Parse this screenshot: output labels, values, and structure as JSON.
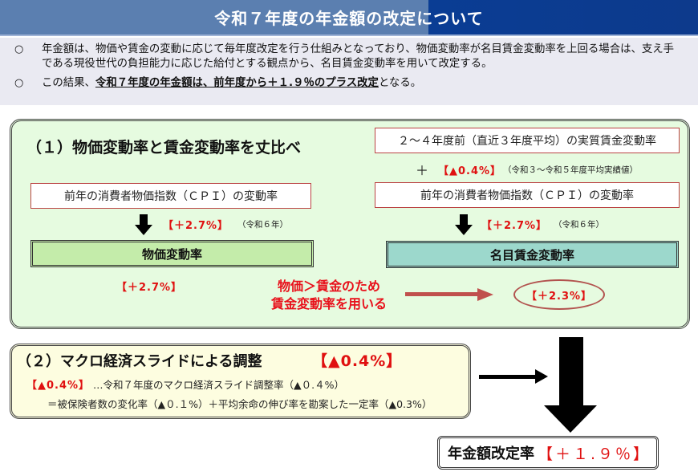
{
  "header": {
    "title": "令和７年度の年金額の改定について"
  },
  "intro": {
    "bullet_symbol": "○",
    "items": [
      {
        "text": "年金額は、物価や賃金の変動に応じて毎年度改定を行う仕組みとなっており、物価変動率が名目賃金変動率を上回る場合は、支え手である現役世代の負担能力に応じた給付とする観点から、名目賃金変動率を用いて改定する。"
      },
      {
        "prefix": "この結果、",
        "emphasis": "令和７年度の年金額は、前年度から＋１.９％のプラス改定",
        "suffix": "となる。"
      }
    ]
  },
  "section1": {
    "title": "（１）物価変動率と賃金変動率を丈比べ",
    "left": {
      "cpi_box": "前年の消費者物価指数（ＣＰＩ）の変動率",
      "cpi_value": "【＋2.7%】",
      "cpi_note": "（令和６年）",
      "rate_label": "物価変動率",
      "rate_value": "【＋2.7%】"
    },
    "right": {
      "real_wage_box": "２～４年度前（直近３年度平均）の実質賃金変動率",
      "plus": "＋",
      "real_wage_value": "【▲0.4%】",
      "real_wage_note": "（令和３～令和５年度平均実績値）",
      "cpi_box": "前年の消費者物価指数（ＣＰＩ）の変動率",
      "cpi_value": "【＋2.7%】",
      "cpi_note": "（令和６年）",
      "rate_label": "名目賃金変動率",
      "rate_value": "【＋2.3%】"
    },
    "comparison": {
      "line1": "物価＞賃金のため",
      "line2": "賃金変動率を用いる"
    }
  },
  "section2": {
    "title": "（２）マクロ経済スライドによる調整",
    "title_value": "【▲0.4%】",
    "line1_value": "【▲0.4%】",
    "line1_text": "…令和７年度のマクロ経済スライド調整率（▲０.４%）",
    "line2_text": "＝被保険者数の変化率（▲０.１%）＋平均余命の伸び率を勘案した一定率（▲0.3%）"
  },
  "result": {
    "label": "年金額改定率",
    "value": "【＋１.９％】"
  },
  "colors": {
    "header_left": "#5b7fb0",
    "header_right": "#0a3d94",
    "intro_bg": "#eaeaf2",
    "panel1_bg": "#e6fbe0",
    "panel2_bg": "#fdfde0",
    "price_rate_box": "#c4ecaa",
    "wage_rate_box": "#9cd8cc",
    "accent_red": "#e01010",
    "arrow_red": "#c0504d"
  }
}
